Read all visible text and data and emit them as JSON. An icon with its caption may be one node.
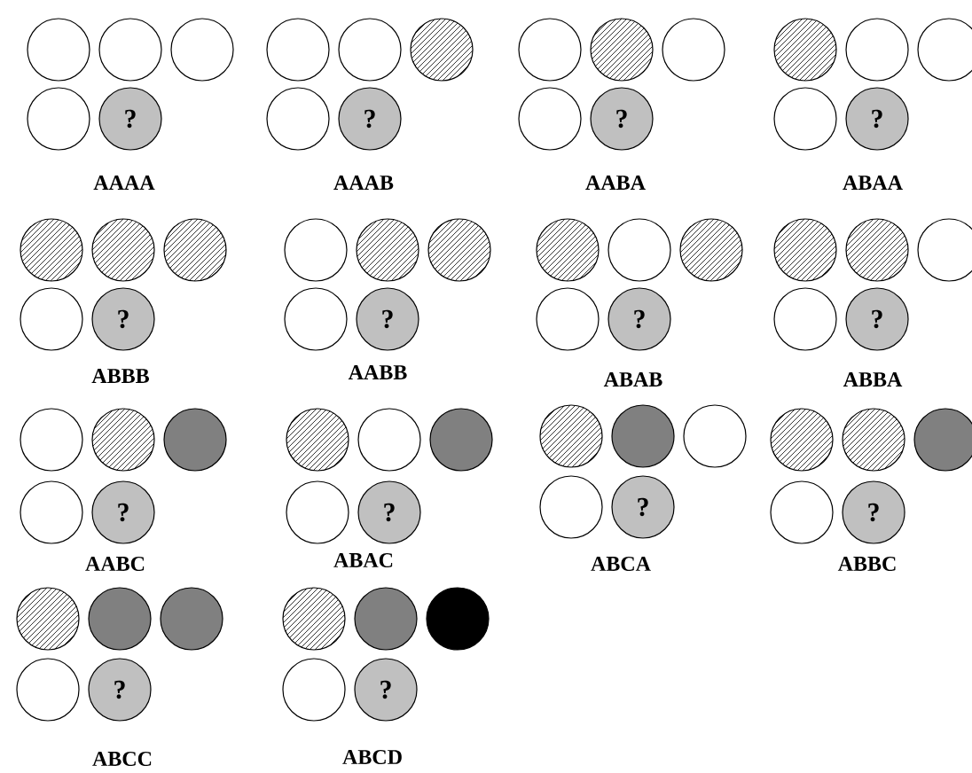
{
  "diagram": {
    "nodes": [
      {
        "text": [],
        "shape": "circle"
      },
      {
        "text": [],
        "shape": "circle"
      },
      {
        "text": [],
        "shape": "circle"
      },
      {
        "text": [],
        "shape": "circle"
      },
      {
        "text": [
          "?"
        ]
      },
      {
        "text": [],
        "shape": "circle"
      },
      {
        "text": [],
        "shape": "circle"
      },
      {
        "text": [],
        "shape": "circle"
      },
      {
        "text": [],
        "shape": "circle"
      },
      {
        "text": [
          "?"
        ]
      },
      {
        "text": [],
        "shape": "circle"
      },
      {
        "text": [],
        "shape": "circle"
      },
      {
        "text": [],
        "shape": "circle"
      },
      {
        "text": [],
        "shape": "circle"
      },
      {
        "text": [
          "?"
        ]
      },
      {
        "text": [],
        "shape": "circle"
      },
      {
        "text": [],
        "shape": "circle"
      },
      {
        "text": [],
        "shape": "circle"
      },
      {
        "text": [],
        "shape": "circle"
      },
      {
        "text": [
          "?"
        ]
      },
      {
        "text": [],
        "shape": "circle"
      },
      {
        "text": [],
        "shape": "circle"
      },
      {
        "text": [],
        "shape": "circle"
      },
      {
        "text": [],
        "shape": "circle"
      },
      {
        "text": [
          "?"
        ]
      },
      {
        "text": [],
        "shape": "circle"
      },
      {
        "text": [],
        "shape": "circle"
      },
      {
        "text": [],
        "shape": "circle"
      },
      {
        "text": [],
        "shape": "circle"
      },
      {
        "text": [
          "?"
        ]
      },
      {
        "text": [],
        "shape": "circle"
      },
      {
        "text": [],
        "shape": "circle"
      },
      {
        "text": [],
        "shape": "circle"
      },
      {
        "text": [],
        "shape": "circle"
      },
      {
        "text": [
          "?"
        ]
      },
      {
        "text": [],
        "shape": "circle"
      },
      {
        "text": [],
        "shape": "circle"
      },
      {
        "text": [],
        "shape": "circle"
      },
      {
        "text": [],
        "shape": "circle"
      },
      {
        "text": [
          "?"
        ]
      },
      {
        "text": [],
        "shape": "circle"
      },
      {
        "text": [],
        "shape": "circle"
      },
      {
        "text": [],
        "shape": "circle"
      },
      {
        "text": [],
        "shape": "circle"
      },
      {
        "text": [
          "?"
        ]
      },
      {
        "text": [],
        "shape": "circle"
      },
      {
        "text": [],
        "shape": "circle"
      },
      {
        "text": [],
        "shape": "circle"
      },
      {
        "text": [],
        "shape": "circle"
      },
      {
        "text": [
          "?"
        ]
      },
      {
        "text": [],
        "shape": "circle"
      },
      {
        "text": [],
        "shape": "circle"
      },
      {
        "text": [],
        "shape": "circle"
      },
      {
        "text": [],
        "shape": "circle"
      },
      {
        "text": [
          "?"
        ]
      },
      {
        "text": [],
        "shape": "circle"
      },
      {
        "text": [],
        "shape": "circle"
      },
      {
        "text": [],
        "shape": "circle"
      },
      {
        "text": [],
        "shape": "circle"
      },
      {
        "text": [
          "?"
        ]
      },
      {
        "text": [],
        "shape": "circle"
      },
      {
        "text": [],
        "shape": "circle"
      },
      {
        "text": [],
        "shape": "circle"
      },
      {
        "text": [],
        "shape": "circle"
      },
      {
        "text": [
          "?"
        ]
      },
      {
        "text": [],
        "shape": "circle"
      },
      {
        "text": [],
        "shape": "circle"
      },
      {
        "text": [],
        "shape": "circle"
      },
      {
        "text": [],
        "shape": "circle"
      },
      {
        "text": [
          "?"
        ]
      }
    ],
    "labels": [
      "AAAA",
      "AAAB",
      "AABA",
      "ABAA",
      "ABBB",
      "AABB",
      "ABAB",
      "ABBA",
      "AABC",
      "ABAC",
      "ABCA",
      "ABBC",
      "ABCC",
      "ABCD"
    ]
  }
}
